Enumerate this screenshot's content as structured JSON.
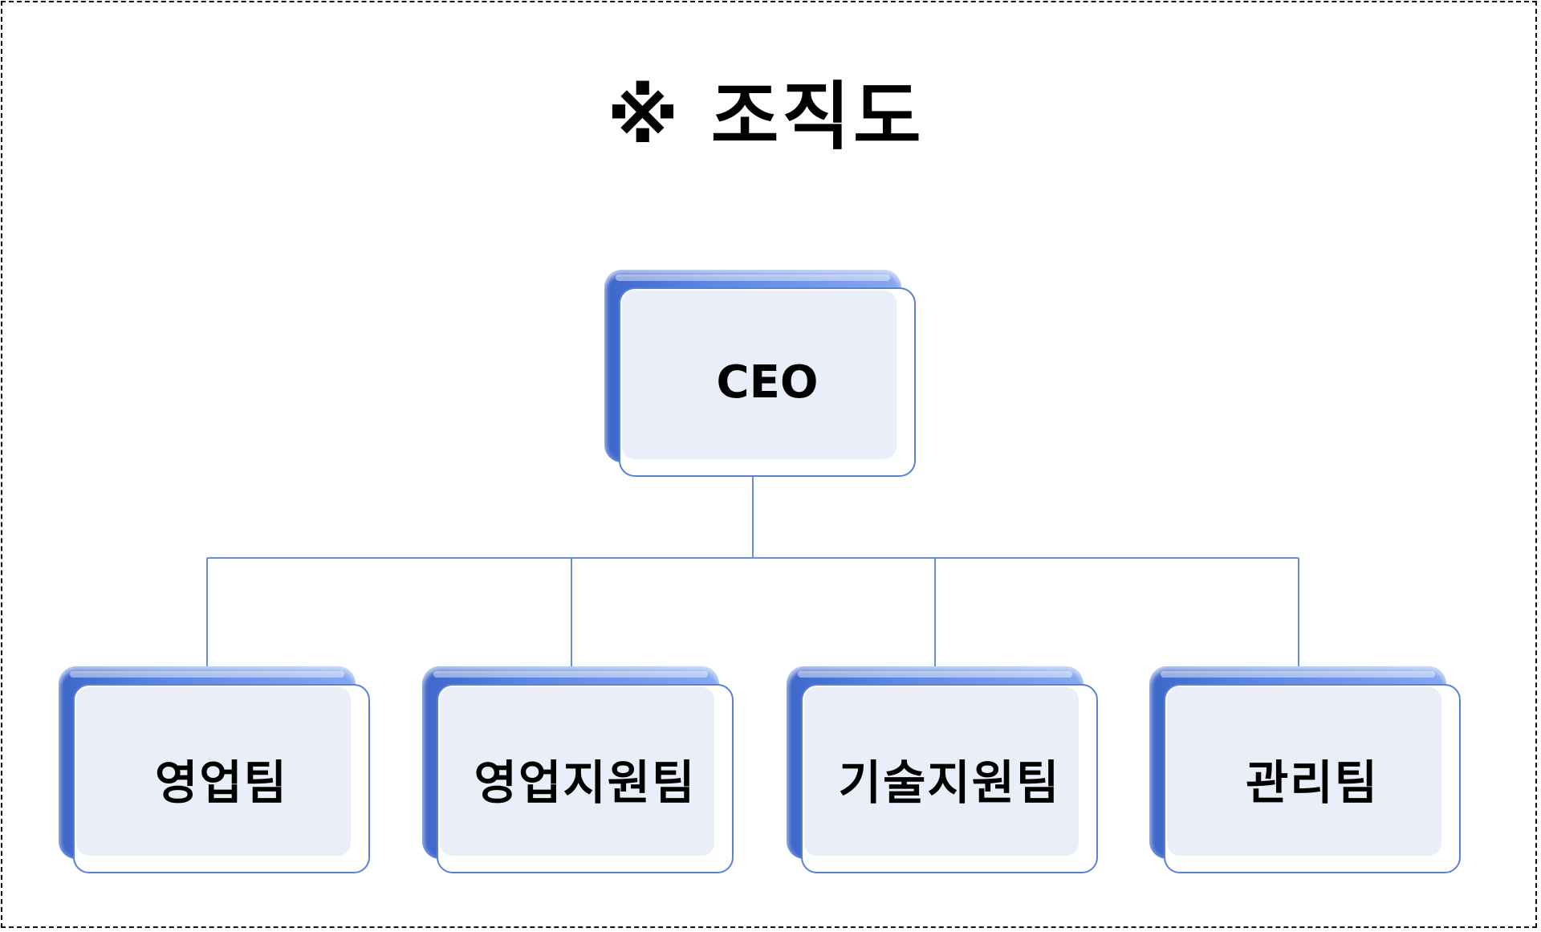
{
  "title": "※ 조직도",
  "colors": {
    "box_edge": "#4a74d4",
    "box_fill": "#e9eef8",
    "connector": "#6a8fd8"
  },
  "org": {
    "root": {
      "label": "CEO"
    },
    "children": [
      {
        "label": "영업팀"
      },
      {
        "label": "영업지원팀"
      },
      {
        "label": "기술지원팀"
      },
      {
        "label": "관리팀"
      }
    ]
  }
}
